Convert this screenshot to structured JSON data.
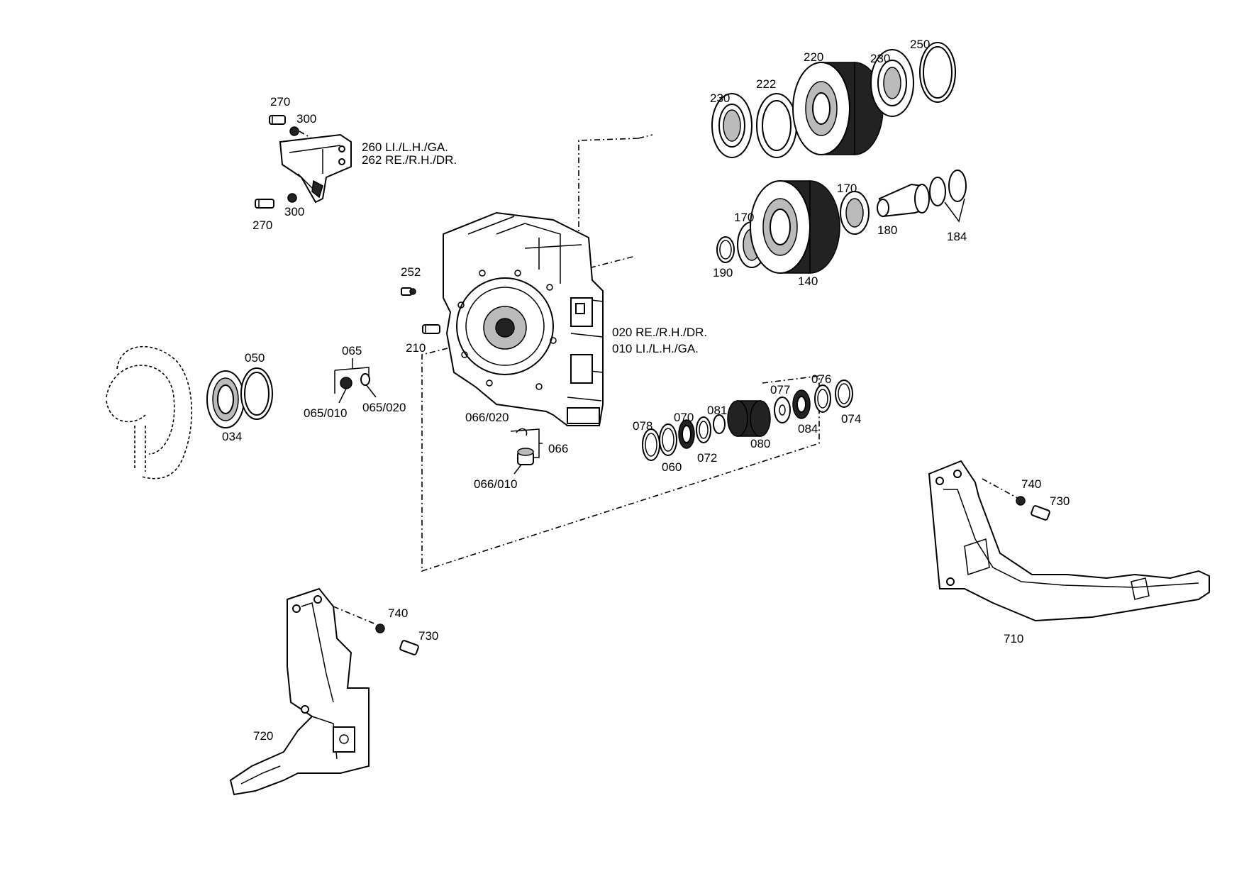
{
  "labels": {
    "p270a": "270",
    "p300a": "300",
    "p260": "260 LI./L.H./GA.",
    "p262": "262 RE./R.H./DR.",
    "p270b": "270",
    "p300b": "300",
    "p252": "252",
    "p210": "210",
    "p020": "020 RE./R.H./DR.",
    "p010": "010 LI./L.H./GA.",
    "p230a": "230",
    "p222": "222",
    "p220": "220",
    "p230b": "230",
    "p250": "250",
    "p170a": "170",
    "p170b": "170",
    "p180": "180",
    "p184": "184",
    "p190": "190",
    "p140": "140",
    "p050": "050",
    "p034": "034",
    "p065": "065",
    "p065_010": "065/010",
    "p065_020": "065/020",
    "p066_020": "066/020",
    "p066": "066",
    "p066_010": "066/010",
    "p078": "078",
    "p070": "070",
    "p081": "081",
    "p077": "077",
    "p076": "076",
    "p060": "060",
    "p072": "072",
    "p080": "080",
    "p084": "084",
    "p074": "074",
    "p740a": "740",
    "p730a": "730",
    "p710": "710",
    "p740b": "740",
    "p730b": "730",
    "p720": "720"
  }
}
